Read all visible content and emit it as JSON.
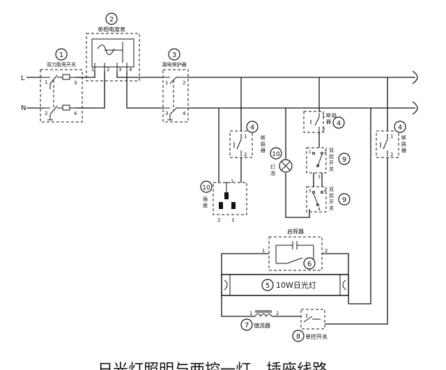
{
  "labels": {
    "L": "L",
    "N": "N",
    "knife_switch": "双刀胶壳开关",
    "meter": "单相电度表",
    "leakage": "漏电保护器",
    "breaker_a": "断路器",
    "breaker_b": "断路器",
    "breaker_c": "断路器",
    "lamp": "灯泡",
    "socket": "插座",
    "dual_a": "双控开关",
    "dual_b": "双控开关",
    "starter": "启辉器",
    "fluor": "10W日光灯",
    "ballast": "镇流器",
    "single": "单控开关",
    "caption": "日光灯照明与两控一灯、插座线路"
  },
  "markers": {
    "m1": "1",
    "m2": "2",
    "m3": "3",
    "m4a": "4",
    "m4b": "4",
    "m4c": "4",
    "m5": "5",
    "m6": "6",
    "m7": "7",
    "m8": "8",
    "m9a": "9",
    "m9b": "9",
    "m10a": "10",
    "m10b": "10"
  },
  "pins": {
    "ks1": "1",
    "ks2": "2",
    "ks3": "3",
    "ks4": "4",
    "mt1": "1",
    "mt2": "2",
    "mt3": "3",
    "mt4": "4",
    "lp1": "1",
    "lp2": "2",
    "lp3": "3",
    "lp4": "4",
    "ba1": "1",
    "ba2": "2",
    "bb1": "1",
    "bb2": "2",
    "bc1": "1",
    "bc2": "2",
    "d1": "1",
    "d2": "2",
    "d3": "3",
    "d4": "4",
    "d5": "5",
    "d6": "6",
    "so1": "1",
    "so2": "2",
    "so3": "3",
    "st1": "1",
    "st2": "2",
    "bl1": "1",
    "bl2": "2"
  }
}
